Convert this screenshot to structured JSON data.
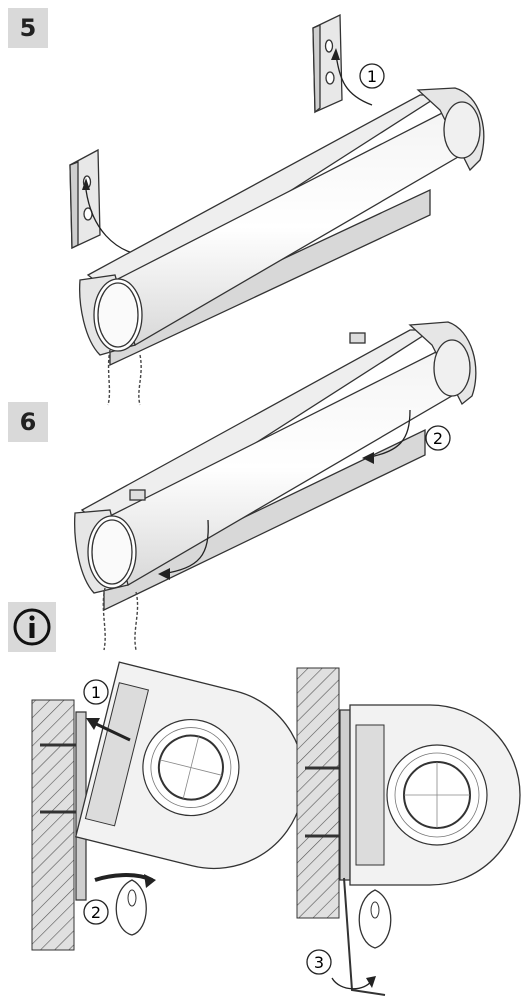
{
  "steps": {
    "step5": "5",
    "step6": "6"
  },
  "callouts": {
    "c1_top": "1",
    "c2_mid": "2",
    "c1_bottom": "1",
    "c2_bottom": "2",
    "c3_bottom": "3"
  },
  "icons": {
    "info": "info-icon"
  }
}
